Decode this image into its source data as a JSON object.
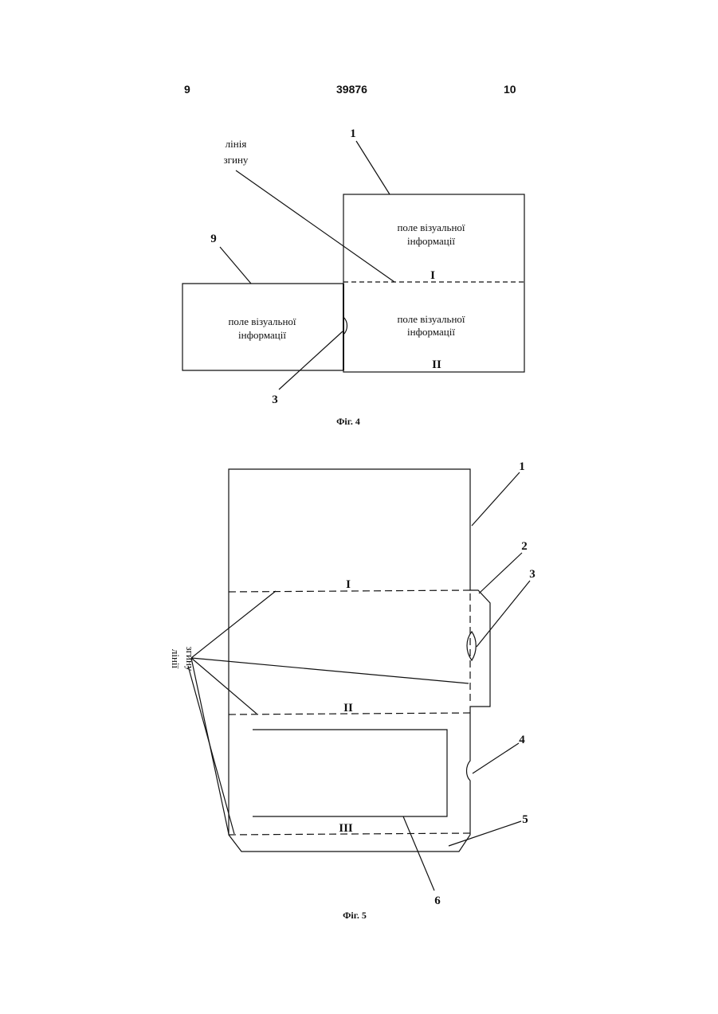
{
  "header": {
    "left_page": "9",
    "doc_number": "39876",
    "right_page": "10"
  },
  "fig4": {
    "caption": "Фіг. 4",
    "fold_label_line1": "лінія",
    "fold_label_line2": "згину",
    "field_line1": "поле візуальної",
    "field_line2": "інформації",
    "section_1": "I",
    "section_2": "II",
    "ref_1": "1",
    "ref_3": "3",
    "ref_9": "9"
  },
  "fig5": {
    "caption": "Фіг. 5",
    "fold_label_line1": "лінії",
    "fold_label_line2": "згину",
    "section_1": "I",
    "section_2": "II",
    "section_3": "III",
    "ref_1": "1",
    "ref_2": "2",
    "ref_3": "3",
    "ref_4": "4",
    "ref_5": "5",
    "ref_6": "6"
  }
}
